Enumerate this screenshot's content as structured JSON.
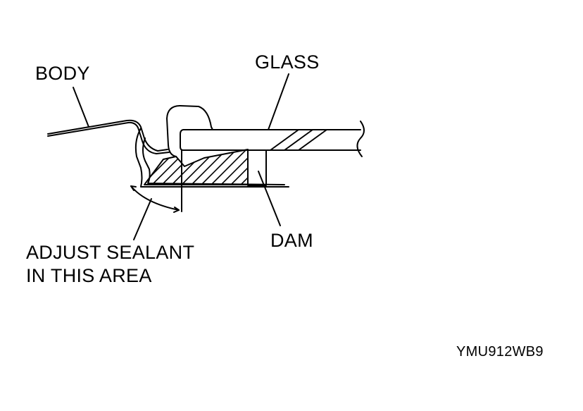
{
  "labels": {
    "body": "BODY",
    "glass": "GLASS",
    "dam": "DAM",
    "adjust_line1": "ADJUST SEALANT",
    "adjust_line2": "IN THIS AREA",
    "figure_code": "YMU912WB9"
  },
  "colors": {
    "line": "#000000",
    "background": "#ffffff"
  }
}
